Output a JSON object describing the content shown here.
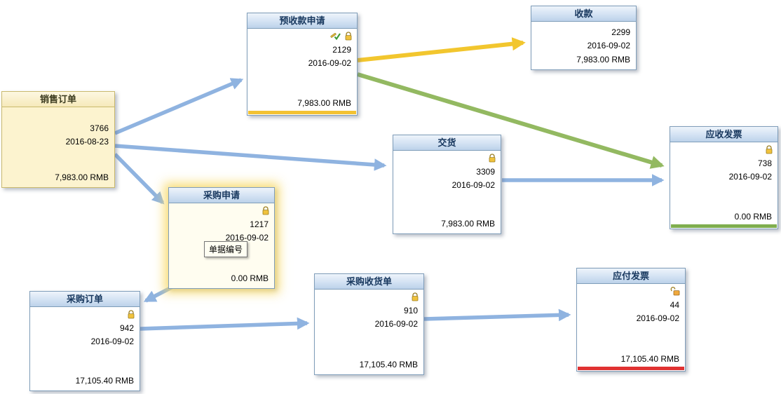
{
  "colors": {
    "edge_blue": "#8fb3e0",
    "edge_yellow": "#f2c62e",
    "edge_green": "#93b961",
    "node_header_text": "#17375e",
    "bar_yellow": "#f2c233",
    "bar_green": "#7fae4f",
    "bar_red": "#e03232",
    "sales_node_background": "#fcf3cf"
  },
  "tooltip": {
    "text": "单据编号"
  },
  "nodes": [
    {
      "id": "sales-order",
      "title": "销售订单",
      "number": "3766",
      "date": "2016-08-23",
      "amount": "7,983.00 RMB",
      "icons": []
    },
    {
      "id": "advance-payment-request",
      "title": "预收款申请",
      "number": "2129",
      "date": "2016-09-02",
      "amount": "7,983.00 RMB",
      "icons": [
        "edit-check-icon",
        "lock-closed-icon"
      ],
      "status_bar": "yellow"
    },
    {
      "id": "incoming-payment",
      "title": "收款",
      "number": "2299",
      "date": "2016-09-02",
      "amount": "7,983.00 RMB",
      "icons": []
    },
    {
      "id": "delivery",
      "title": "交货",
      "number": "3309",
      "date": "2016-09-02",
      "amount": "7,983.00 RMB",
      "icons": [
        "lock-closed-icon"
      ]
    },
    {
      "id": "ar-invoice",
      "title": "应收发票",
      "number": "738",
      "date": "2016-09-02",
      "amount": "0.00 RMB",
      "icons": [
        "lock-closed-icon"
      ],
      "status_bar": "green"
    },
    {
      "id": "purchase-request",
      "title": "采购申请",
      "number": "1217",
      "date": "2016-09-02",
      "amount": "0.00 RMB",
      "icons": [
        "lock-closed-icon"
      ],
      "highlighted": true
    },
    {
      "id": "purchase-order",
      "title": "采购订单",
      "number": "942",
      "date": "2016-09-02",
      "amount": "17,105.40 RMB",
      "icons": [
        "lock-closed-icon"
      ]
    },
    {
      "id": "goods-receipt-po",
      "title": "采购收货单",
      "number": "910",
      "date": "2016-09-02",
      "amount": "17,105.40 RMB",
      "icons": [
        "lock-closed-icon"
      ]
    },
    {
      "id": "ap-invoice",
      "title": "应付发票",
      "number": "44",
      "date": "2016-09-02",
      "amount": "17,105.40 RMB",
      "icons": [
        "lock-open-icon"
      ],
      "status_bar": "red"
    }
  ],
  "edges": [
    {
      "from": "销售订单",
      "to": "预收款申请",
      "color": "blue"
    },
    {
      "from": "销售订单",
      "to": "交货",
      "color": "blue"
    },
    {
      "from": "销售订单",
      "to": "采购申请",
      "color": "blue"
    },
    {
      "from": "预收款申请",
      "to": "收款",
      "color": "yellow"
    },
    {
      "from": "预收款申请",
      "to": "应收发票",
      "color": "green"
    },
    {
      "from": "交货",
      "to": "应收发票",
      "color": "blue"
    },
    {
      "from": "采购申请",
      "to": "采购订单",
      "color": "blue"
    },
    {
      "from": "采购订单",
      "to": "采购收货单",
      "color": "blue"
    },
    {
      "from": "采购收货单",
      "to": "应付发票",
      "color": "blue"
    }
  ]
}
